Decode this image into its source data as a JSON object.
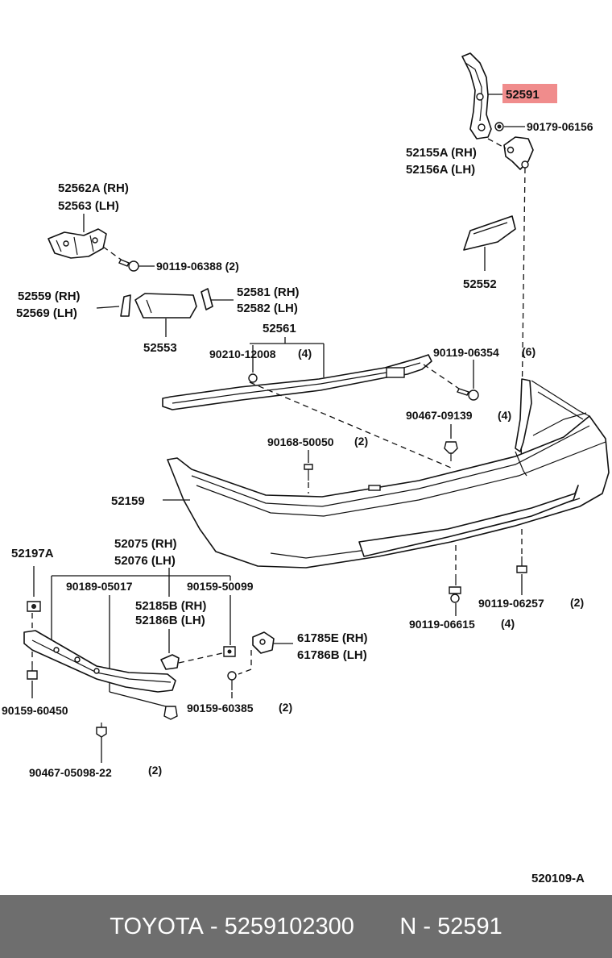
{
  "diagram": {
    "labels": {
      "p52591": "52591",
      "p90179_06156": "90179-06156",
      "p52155a": "52155A (RH)",
      "p52156a": "52156A (LH)",
      "p52562a": "52562A (RH)",
      "p52563": "52563   (LH)",
      "p90119_06388": "90119-06388 (2)",
      "p52552": "52552",
      "p52559": "52559 (RH)",
      "p52569": "52569 (LH)",
      "p52581": "52581 (RH)",
      "p52582": "52582 (LH)",
      "p52553": "52553",
      "p52561": "52561",
      "p90210_12008": "90210-12008",
      "q4a": "(4)",
      "p90119_06354": "90119-06354",
      "q6": "(6)",
      "p90467_09139": "90467-09139",
      "q4b": "(4)",
      "p90168_50050": "90168-50050",
      "q2a": "(2)",
      "p52159": "52159",
      "p52075": "52075 (RH)",
      "p52076": "52076 (LH)",
      "p52197a": "52197A",
      "p90189_05017": "90189-05017",
      "p90159_50099": "90159-50099",
      "p52185b": "52185B (RH)",
      "p52186b": "52186B (LH)",
      "p90119_06257": "90119-06257",
      "q2b": "(2)",
      "p90119_06615": "90119-06615",
      "q4c": "(4)",
      "p61785e": "61785E (RH)",
      "p61786b": "61786B (LH)",
      "p90159_60450": "90159-60450",
      "p90159_60385": "90159-60385",
      "q2c": "(2)",
      "p90467_05098": "90467-05098-22",
      "q2d": "(2)",
      "ref": "520109-A"
    },
    "highlight_color": "#f08c8c"
  },
  "footer": {
    "brand": "TOYOTA",
    "sep1": " - ",
    "part_number": "5259102300",
    "gap": "       ",
    "prefix": "N",
    "sep2": " - ",
    "code": "52591"
  }
}
